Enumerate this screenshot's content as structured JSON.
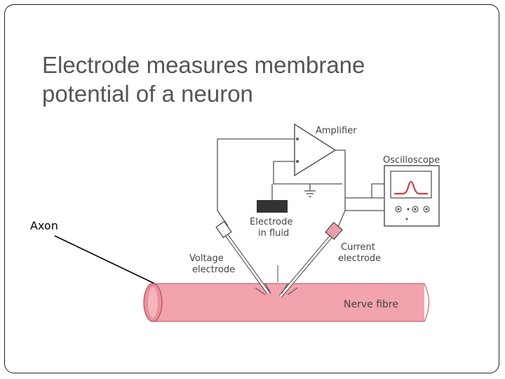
{
  "slide": {
    "title_line1": "Electrode measures membrane",
    "title_line2": "potential of a neuron",
    "axon_label": "Axon"
  },
  "diagram": {
    "amplifier_label": "Amplifier",
    "oscilloscope_label": "Oscilloscope",
    "electrode_fluid_line1": "Electrode",
    "electrode_fluid_line2": "in fluid",
    "voltage_electrode_line1": "Voltage",
    "voltage_electrode_line2": "electrode",
    "current_electrode_line1": "Current",
    "current_electrode_line2": "electrode",
    "nerve_fibre_label": "Nerve fibre"
  },
  "colors": {
    "nerve_fill": "#f2a3ad",
    "electrode_tip": "#e8a1aa",
    "trace": "#d04040",
    "wire": "#555555"
  }
}
